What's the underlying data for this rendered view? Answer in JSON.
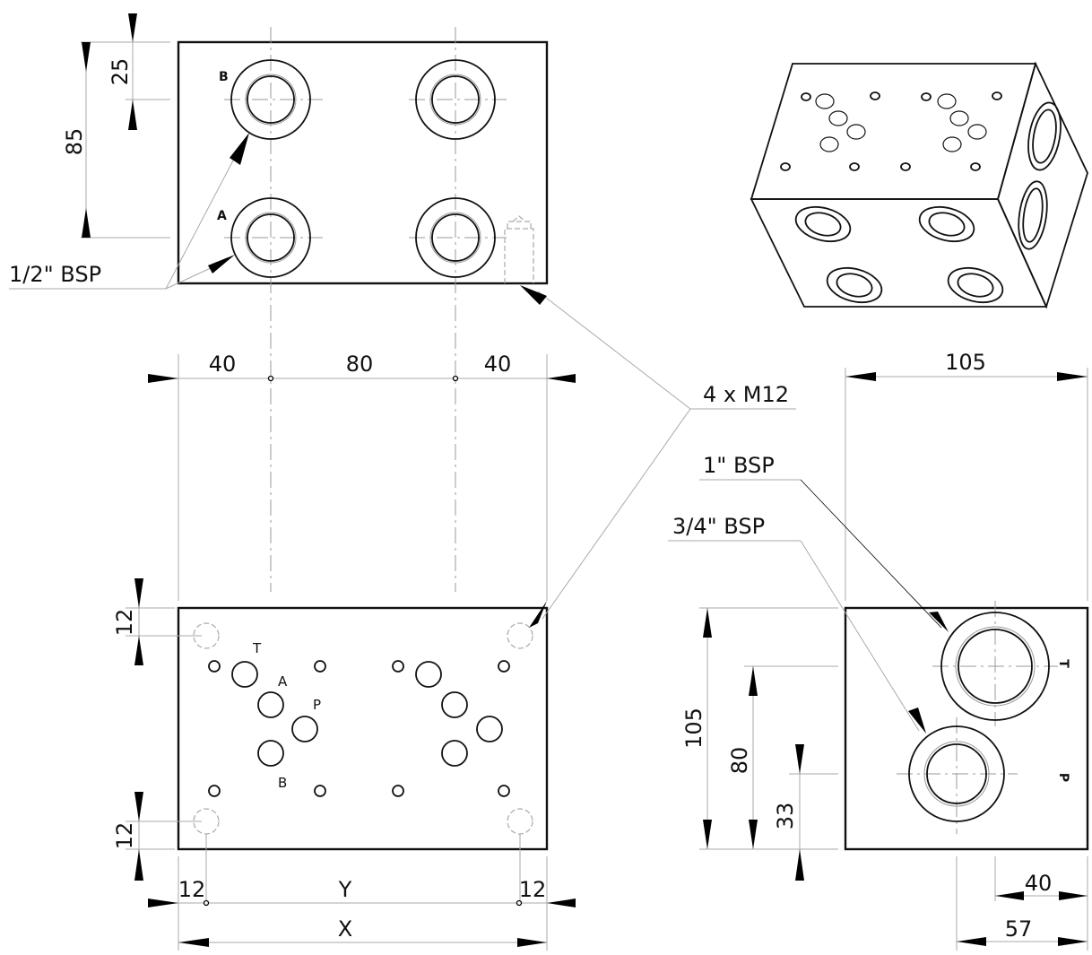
{
  "drawing": {
    "top_view": {
      "dim_height": "85",
      "dim_port_offset": "25",
      "port_labels": [
        "B",
        "A"
      ],
      "callout_thread": "1/2\" BSP"
    },
    "mounting_callout": "4 x M12",
    "front_view": {
      "dim_top_left": "40",
      "dim_top_mid": "80",
      "dim_top_right": "40",
      "dim_left_top": "12",
      "dim_left_bottom": "12",
      "dim_bottom_left": "12",
      "dim_bottom_right": "12",
      "dim_y": "Y",
      "dim_x": "X",
      "port_labels": {
        "t": "T",
        "a": "A",
        "p": "P",
        "b": "B"
      }
    },
    "side_view": {
      "dim_width": "105",
      "dim_height": "105",
      "dim_80": "80",
      "dim_33": "33",
      "dim_40": "40",
      "dim_57": "57",
      "callout_1": "1\" BSP",
      "callout_2": "3/4\" BSP",
      "port_labels": {
        "t": "T",
        "p": "P"
      }
    }
  }
}
